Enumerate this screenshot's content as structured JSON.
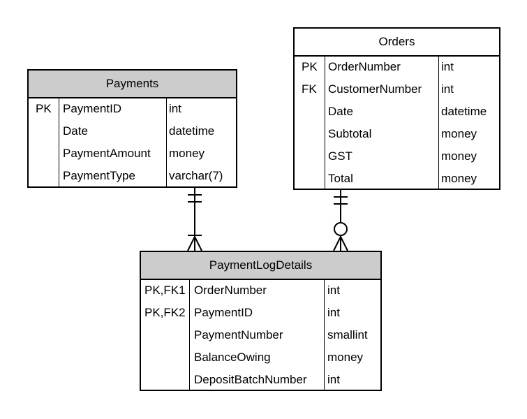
{
  "entities": {
    "payments": {
      "name": "Payments",
      "header_color": "#cccccc",
      "fields": [
        {
          "key": "PK",
          "name": "PaymentID",
          "type": "int"
        },
        {
          "key": "",
          "name": "Date",
          "type": "datetime"
        },
        {
          "key": "",
          "name": "PaymentAmount",
          "type": "money"
        },
        {
          "key": "",
          "name": "PaymentType",
          "type": "varchar(7)"
        }
      ]
    },
    "orders": {
      "name": "Orders",
      "header_color": "#ffffff",
      "fields": [
        {
          "key": "PK",
          "name": "OrderNumber",
          "type": "int"
        },
        {
          "key": "FK",
          "name": "CustomerNumber",
          "type": "int"
        },
        {
          "key": "",
          "name": "Date",
          "type": "datetime"
        },
        {
          "key": "",
          "name": "Subtotal",
          "type": "money"
        },
        {
          "key": "",
          "name": "GST",
          "type": "money"
        },
        {
          "key": "",
          "name": "Total",
          "type": "money"
        }
      ]
    },
    "payment_log_details": {
      "name": "PaymentLogDetails",
      "header_color": "#cccccc",
      "fields": [
        {
          "key": "PK,FK1",
          "name": "OrderNumber",
          "type": "int"
        },
        {
          "key": "PK,FK2",
          "name": "PaymentID",
          "type": "int"
        },
        {
          "key": "",
          "name": "PaymentNumber",
          "type": "smallint"
        },
        {
          "key": "",
          "name": "BalanceOwing",
          "type": "money"
        },
        {
          "key": "",
          "name": "DepositBatchNumber",
          "type": "int"
        }
      ]
    }
  },
  "relationships": [
    {
      "from": "Payments",
      "to": "PaymentLogDetails",
      "from_cardinality": "one-and-only-one",
      "to_cardinality": "one-or-many"
    },
    {
      "from": "Orders",
      "to": "PaymentLogDetails",
      "from_cardinality": "one-and-only-one",
      "to_cardinality": "zero-or-many"
    }
  ]
}
